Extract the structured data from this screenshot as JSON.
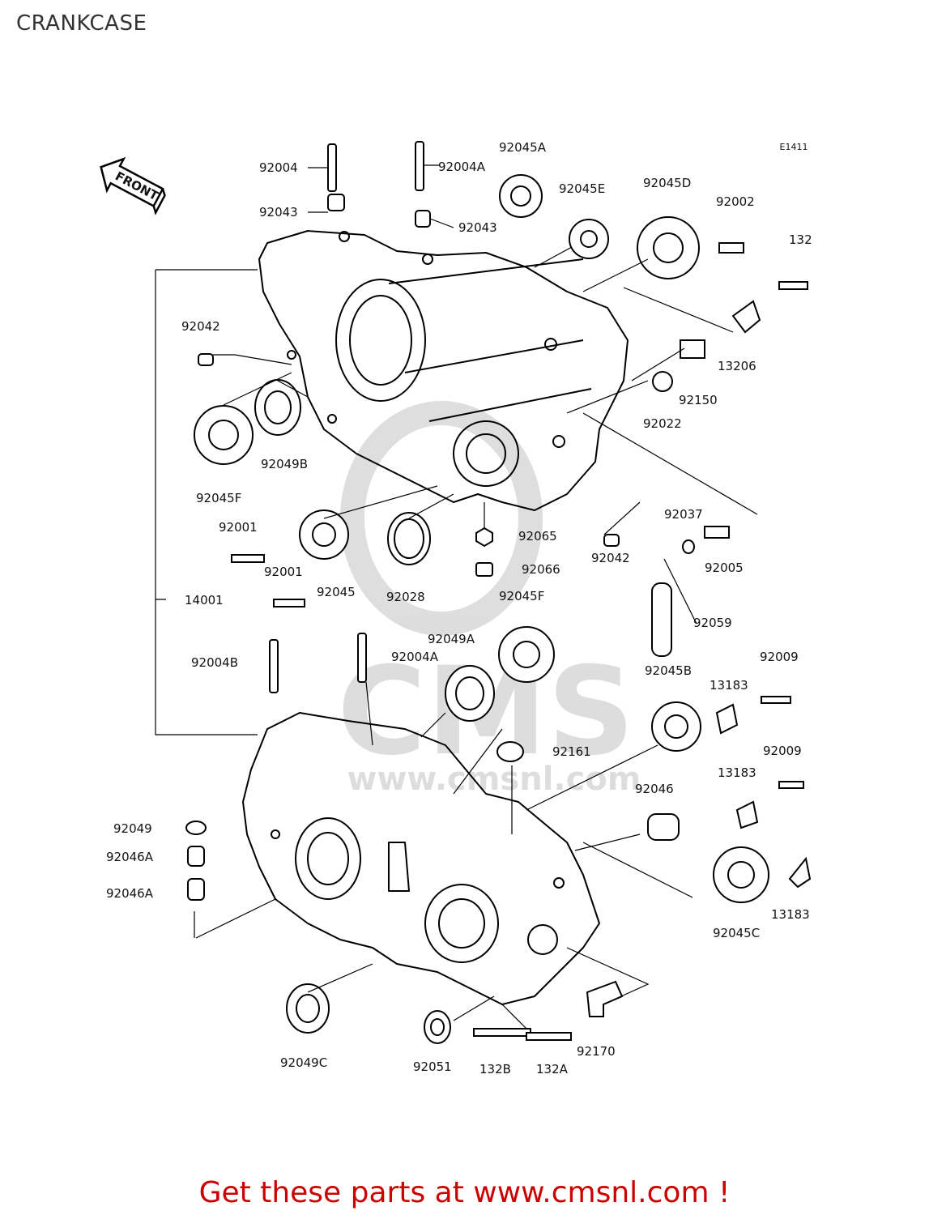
{
  "page": {
    "title": "CRANKCASE",
    "ref_code": "E1411",
    "front_label": "FRONT"
  },
  "watermark": {
    "letters": "CMS",
    "url": "www.cmsnl.com"
  },
  "parts": [
    "92004",
    "92004A",
    "92045A",
    "92043",
    "92043",
    "92045E",
    "92045D",
    "92002",
    "132",
    "92042",
    "13206",
    "92150",
    "92022",
    "92049B",
    "92045F",
    "92001",
    "92001",
    "14001",
    "92045",
    "92028",
    "92065",
    "92066",
    "92042",
    "92037",
    "92005",
    "92059",
    "92045F",
    "92049A",
    "92004B",
    "92004A",
    "92009",
    "13183",
    "92045B",
    "92161",
    "92009",
    "13183",
    "92046",
    "92049",
    "92046A",
    "92046A",
    "13183",
    "92045C",
    "92049C",
    "92051",
    "132B",
    "132A",
    "92170"
  ],
  "footer": {
    "promo": "Get these parts at www.cmsnl.com !"
  }
}
